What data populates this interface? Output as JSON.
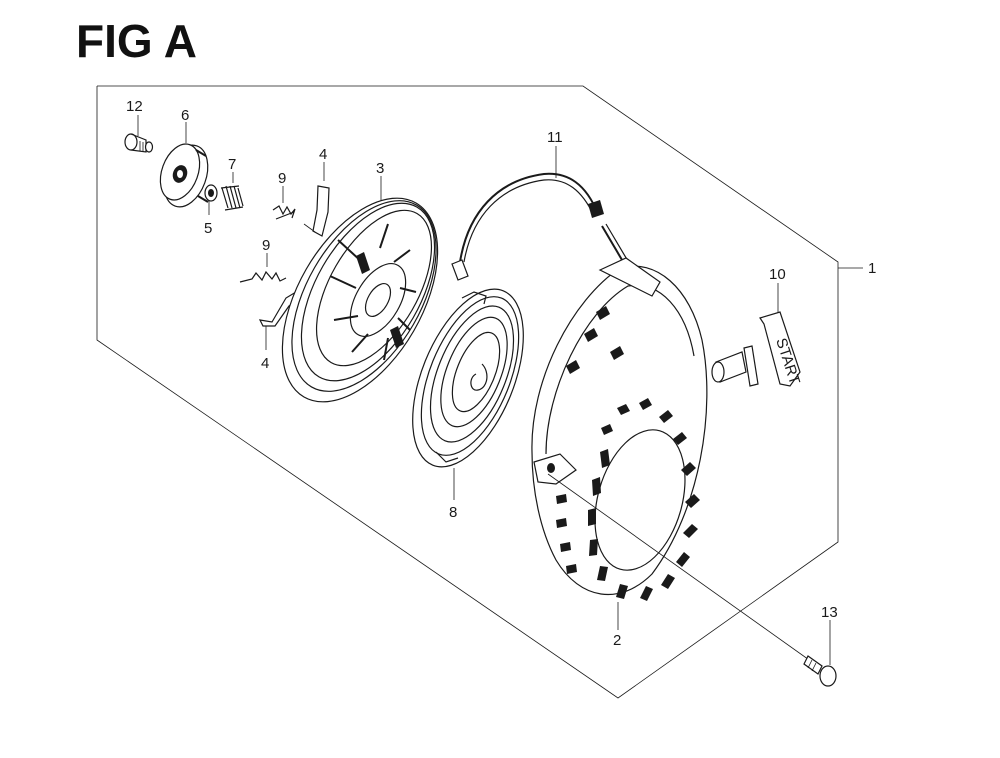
{
  "figure": {
    "title": "FIG A"
  },
  "callouts": {
    "p12": "12",
    "p6": "6",
    "p7": "7",
    "p5": "5",
    "p9a": "9",
    "p9b": "9",
    "p4a": "4",
    "p4b": "4",
    "p3": "3",
    "p11": "11",
    "p10": "10",
    "p1": "1",
    "p8": "8",
    "p2": "2",
    "p13": "13"
  },
  "parts": {
    "handle_text": "START"
  }
}
